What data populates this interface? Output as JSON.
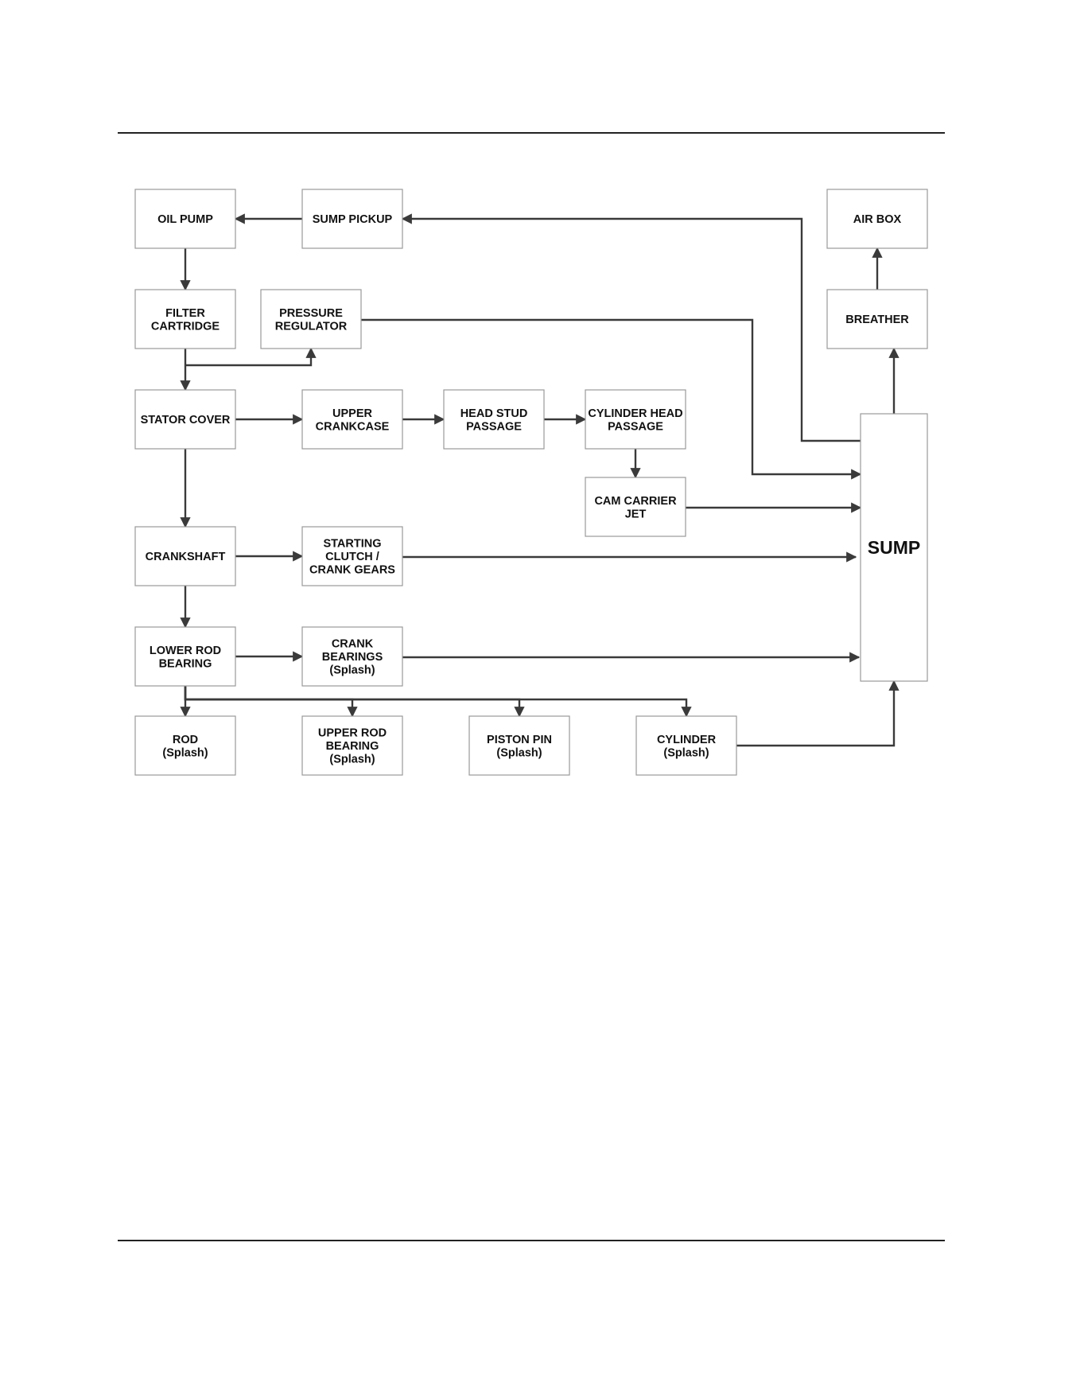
{
  "nodes": {
    "oil_pump": [
      "OIL PUMP"
    ],
    "sump_pickup": [
      "SUMP PICKUP"
    ],
    "air_box": [
      "AIR BOX"
    ],
    "filter_cartridge": [
      "FILTER",
      "CARTRIDGE"
    ],
    "pressure_regulator": [
      "PRESSURE",
      "REGULATOR"
    ],
    "breather": [
      "BREATHER"
    ],
    "stator_cover": [
      "STATOR COVER"
    ],
    "upper_crankcase": [
      "UPPER",
      "CRANKCASE"
    ],
    "head_stud_passage": [
      "HEAD STUD",
      "PASSAGE"
    ],
    "cylinder_head_passage": [
      "CYLINDER HEAD",
      "PASSAGE"
    ],
    "cam_carrier_jet": [
      "CAM CARRIER",
      "JET"
    ],
    "sump": [
      "SUMP"
    ],
    "crankshaft": [
      "CRANKSHAFT"
    ],
    "starting_clutch": [
      "STARTING",
      "CLUTCH /",
      "CRANK GEARS"
    ],
    "lower_rod_bearing": [
      "LOWER ROD",
      "BEARING"
    ],
    "crank_bearings": [
      "CRANK",
      "BEARINGS",
      "(Splash)"
    ],
    "rod": [
      "ROD",
      "(Splash)"
    ],
    "upper_rod_bearing": [
      "UPPER ROD",
      "BEARING",
      "(Splash)"
    ],
    "piston_pin": [
      "PISTON PIN",
      "(Splash)"
    ],
    "cylinder": [
      "CYLINDER",
      "(Splash)"
    ]
  },
  "edges": [
    [
      "sump_pickup",
      "oil_pump"
    ],
    [
      "oil_pump",
      "filter_cartridge"
    ],
    [
      "filter_cartridge",
      "pressure_regulator"
    ],
    [
      "filter_cartridge",
      "stator_cover"
    ],
    [
      "pressure_regulator",
      "sump"
    ],
    [
      "sump",
      "sump_pickup"
    ],
    [
      "sump",
      "breather"
    ],
    [
      "breather",
      "air_box"
    ],
    [
      "stator_cover",
      "upper_crankcase"
    ],
    [
      "upper_crankcase",
      "head_stud_passage"
    ],
    [
      "head_stud_passage",
      "cylinder_head_passage"
    ],
    [
      "cylinder_head_passage",
      "cam_carrier_jet"
    ],
    [
      "cam_carrier_jet",
      "sump"
    ],
    [
      "stator_cover",
      "crankshaft"
    ],
    [
      "crankshaft",
      "starting_clutch"
    ],
    [
      "starting_clutch",
      "sump"
    ],
    [
      "crankshaft",
      "lower_rod_bearing"
    ],
    [
      "lower_rod_bearing",
      "crank_bearings"
    ],
    [
      "crank_bearings",
      "sump"
    ],
    [
      "lower_rod_bearing",
      "rod"
    ],
    [
      "lower_rod_bearing",
      "upper_rod_bearing"
    ],
    [
      "lower_rod_bearing",
      "piston_pin"
    ],
    [
      "lower_rod_bearing",
      "cylinder"
    ],
    [
      "cylinder",
      "sump"
    ]
  ]
}
